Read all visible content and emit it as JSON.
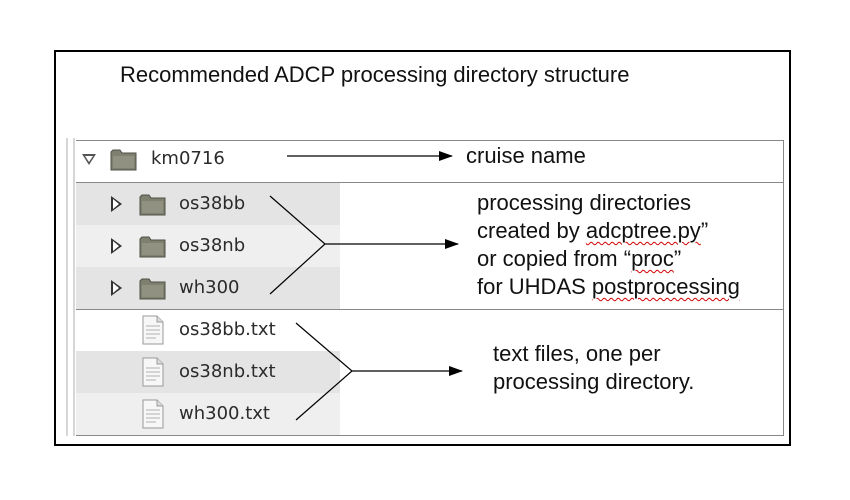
{
  "title": "Recommended ADCP processing directory structure",
  "tree": {
    "root": {
      "label": "km0716",
      "icon": "folder-icon",
      "expanded": true
    },
    "directories": [
      {
        "label": "os38bb",
        "icon": "folder-icon"
      },
      {
        "label": "os38nb",
        "icon": "folder-icon"
      },
      {
        "label": "wh300",
        "icon": "folder-icon"
      }
    ],
    "files": [
      {
        "label": "os38bb.txt",
        "icon": "text-file-icon"
      },
      {
        "label": "os38nb.txt",
        "icon": "text-file-icon"
      },
      {
        "label": "wh300.txt",
        "icon": "text-file-icon"
      }
    ]
  },
  "annotations": {
    "cruise": "cruise name",
    "directories": {
      "line1": "processing directories",
      "line2_pre": "created by ",
      "line2_link": "adcptree.py",
      "line2_post": "”",
      "line3_pre": "or copied from “",
      "line3_link": "proc",
      "line3_post": "”",
      "line4_pre": "for UHDAS ",
      "line4_link": "postprocessing"
    },
    "files": {
      "line1": "text files, one per",
      "line2": "processing directory."
    }
  },
  "colors": {
    "folder": "#7f8070",
    "folder_dark": "#4e4f44",
    "spellcheck_underline": "#d40000"
  }
}
